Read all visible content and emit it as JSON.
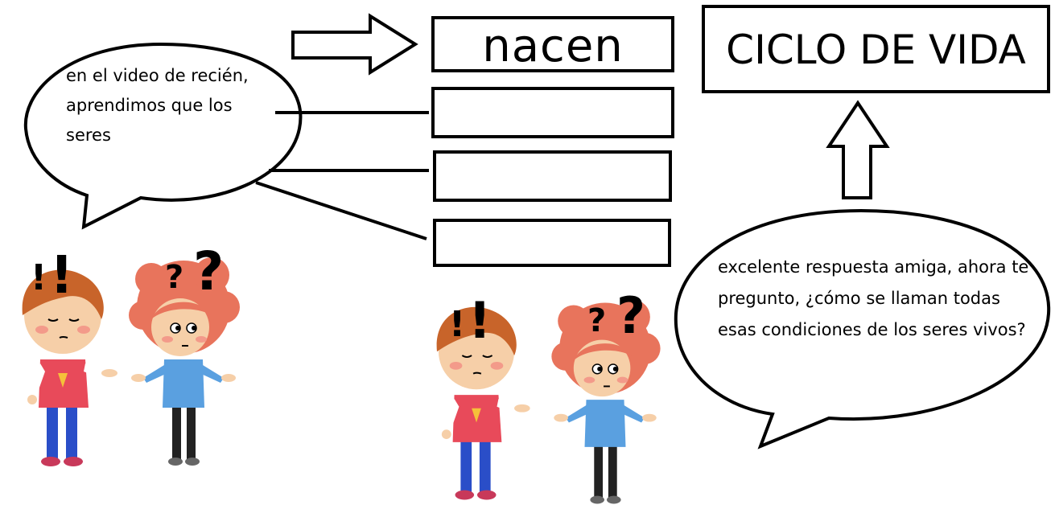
{
  "bubble_left": {
    "text": "en el video de recién, aprendimos que los seres"
  },
  "bubble_right": {
    "text": "excelente respuesta amiga, ahora te pregunto, ¿cómo se llaman todas esas condiciones de los seres vivos?"
  },
  "boxes": [
    {
      "label": "nacen"
    },
    {
      "label": ""
    },
    {
      "label": ""
    },
    {
      "label": ""
    }
  ],
  "title_box": {
    "label": "CICLO DE VIDA"
  },
  "marks": {
    "left_pair": {
      "boy": "!",
      "girl": "?"
    },
    "right_pair": {
      "boy": "!",
      "girl": "?"
    }
  },
  "colors": {
    "hair": "#c8642a",
    "girl_hair": "#e8745c",
    "shirt_boy": "#e84a5a",
    "shirt_girl": "#5aa0e0",
    "pants_boy": "#2a4ec8",
    "pants_girl": "#222222",
    "skin": "#f6cfa8"
  }
}
